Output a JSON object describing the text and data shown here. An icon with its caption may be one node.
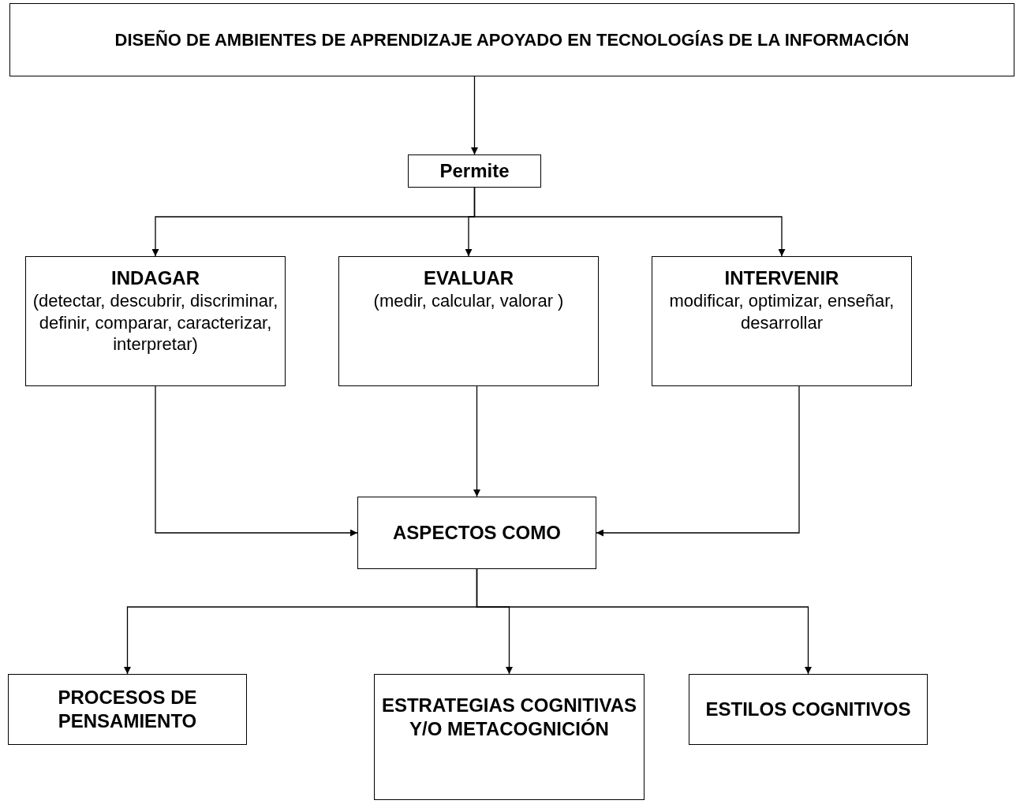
{
  "diagram": {
    "nodes": [
      {
        "text": [
          "DISEÑO DE AMBIENTES DE APRENDIZAJE APOYADO EN  TECNOLOGÍAS DE LA INFORMACIÓN"
        ]
      },
      {
        "text": [
          "Permite"
        ]
      },
      {
        "text": [
          "INDAGAR",
          "(detectar, descubrir, discriminar, definir, comparar, caracterizar, interpretar)"
        ]
      },
      {
        "text": [
          "EVALUAR",
          "(medir, calcular, valorar )"
        ]
      },
      {
        "text": [
          "INTERVENIR",
          "modificar, optimizar, enseñar, desarrollar"
        ]
      },
      {
        "text": [
          "ASPECTOS COMO"
        ]
      },
      {
        "text": [
          "PROCESOS DE PENSAMIENTO"
        ]
      },
      {
        "text": [
          "ESTRATEGIAS COGNITIVAS  Y/O METACOGNICIÓN"
        ]
      },
      {
        "text": [
          "ESTILOS COGNITIVOS"
        ]
      }
    ],
    "edges": [
      {
        "from": 0,
        "to": 1,
        "arrow": "to"
      },
      {
        "from": 1,
        "to": 2,
        "arrow": "to"
      },
      {
        "from": 1,
        "to": 3,
        "arrow": "to"
      },
      {
        "from": 1,
        "to": 4,
        "arrow": "to"
      },
      {
        "from": 2,
        "to": 5,
        "arrow": "to"
      },
      {
        "from": 3,
        "to": 5,
        "arrow": "to"
      },
      {
        "from": 4,
        "to": 5,
        "arrow": "to"
      },
      {
        "from": 5,
        "to": 6,
        "arrow": "to"
      },
      {
        "from": 5,
        "to": 7,
        "arrow": "to"
      },
      {
        "from": 5,
        "to": 8,
        "arrow": "to"
      }
    ]
  }
}
